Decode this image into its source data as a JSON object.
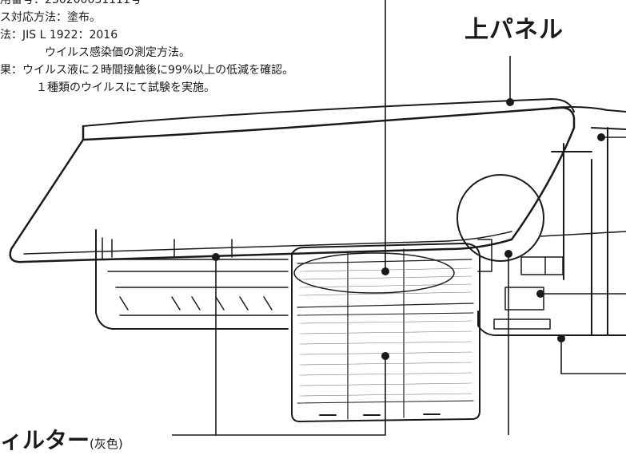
{
  "notes": [
    "用番号：230200031111号",
    "ス対応方法：塗布。",
    "法：JIS L 1922：2016",
    "ウイルス感染価の測定方法。",
    "果：ウイルス液に２時間接触後に99%以上の低減を確認。",
    "１種類のウイルスにて試験を実施。"
  ],
  "labels": {
    "upper_panel": "上パネル",
    "filter_main": "ィルター",
    "filter_sub": "(灰色)"
  }
}
